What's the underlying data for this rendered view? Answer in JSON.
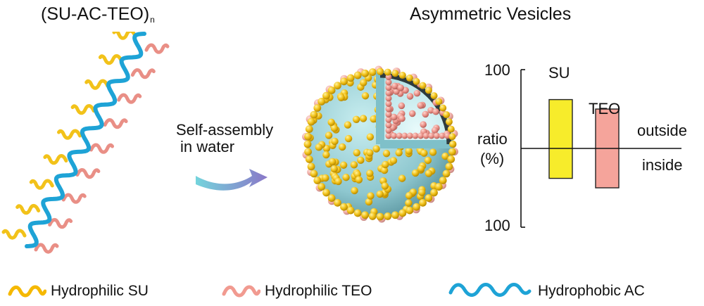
{
  "polymer": {
    "title": "(SU-AC-TEO)",
    "subscript": "n"
  },
  "vesicle": {
    "title": "Asymmetric Vesicles"
  },
  "arrow": {
    "line1": "Self-assembly",
    "line2": "in water"
  },
  "chart_data": {
    "type": "bar",
    "categories": [
      "SU",
      "TEO"
    ],
    "outside_values": [
      62,
      50
    ],
    "inside_values": [
      38,
      50
    ],
    "ylabel_line1": "ratio",
    "ylabel_line2": "(%)",
    "top_tick": "100",
    "bottom_tick": "100",
    "outside_label": "outside",
    "inside_label": "inside",
    "colors": {
      "SU": "#f7ec2b",
      "TEO": "#f5a49b"
    }
  },
  "legend": [
    {
      "label": "Hydrophilic SU",
      "color": "#f5b800"
    },
    {
      "label": "Hydrophilic TEO",
      "color": "#f19a90"
    },
    {
      "label": "Hydrophobic AC",
      "color": "#1ea3d6"
    }
  ],
  "colors": {
    "su_bead": "#f2c21a",
    "teo_bead": "#e98f86",
    "shell": "#9fd2d9",
    "ac_chain": "#1ea3d6"
  }
}
